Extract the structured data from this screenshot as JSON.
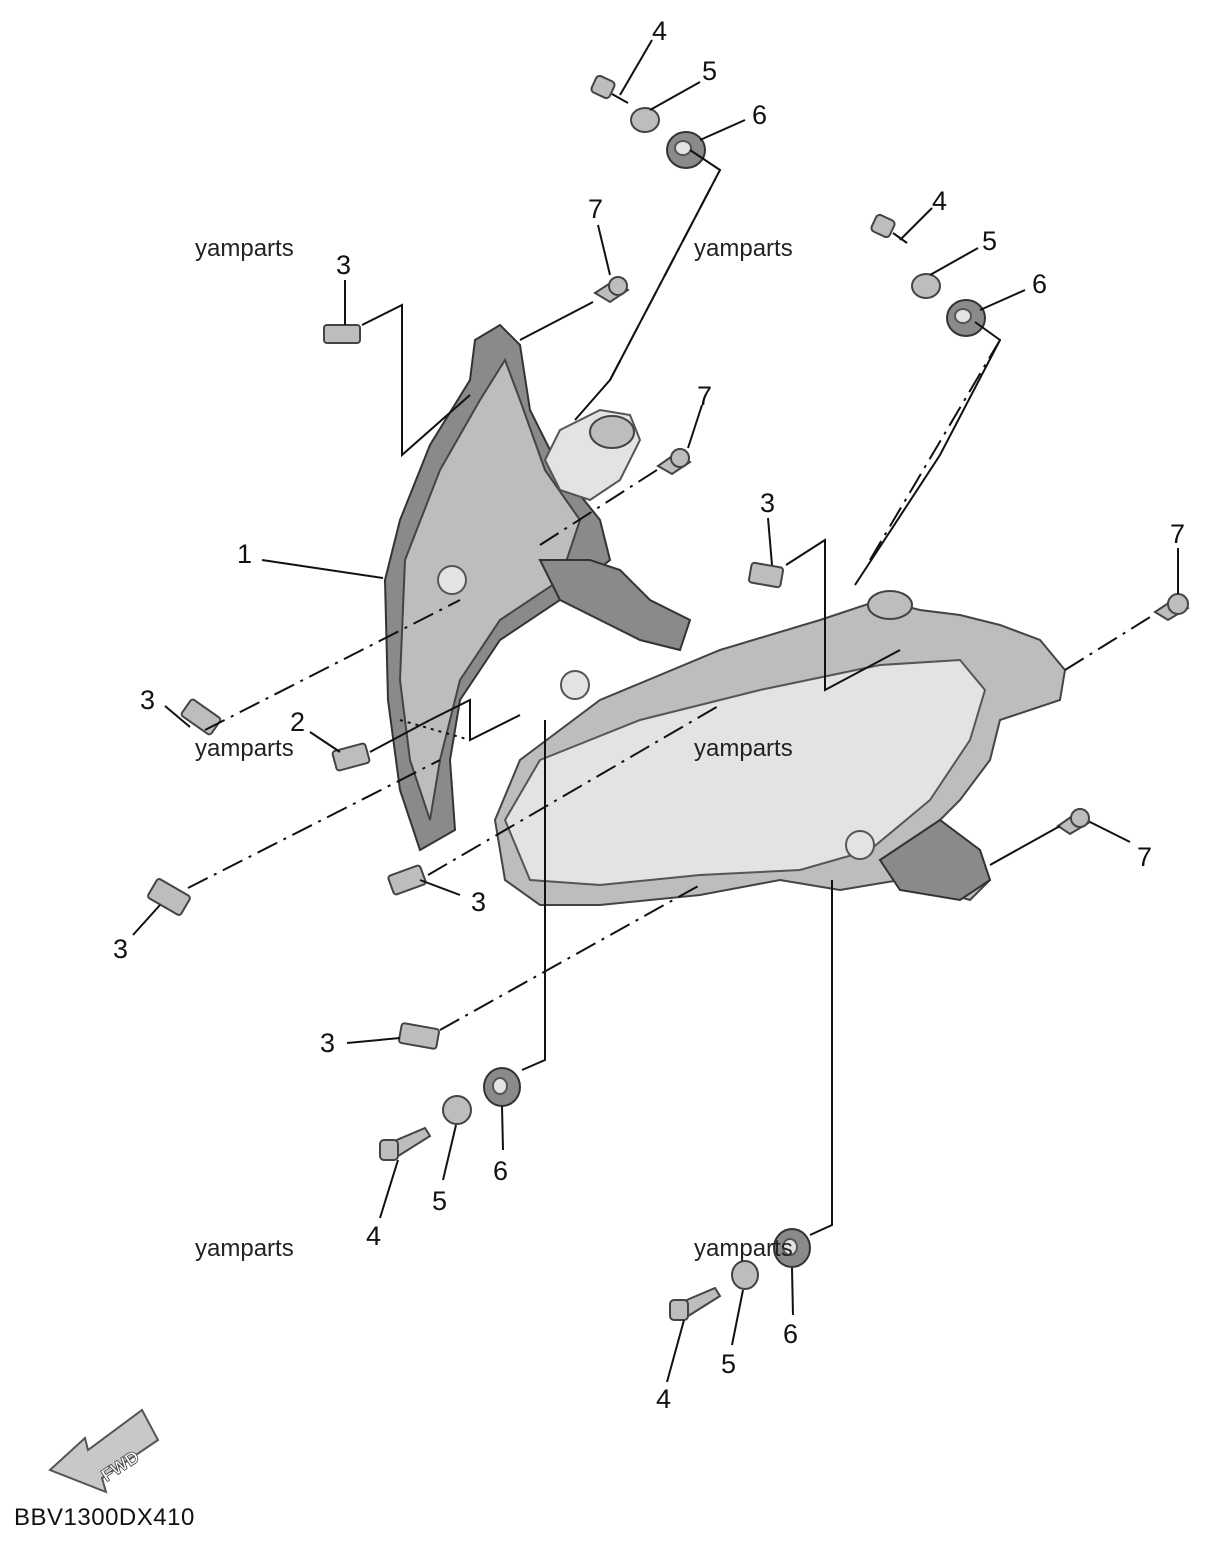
{
  "diagram": {
    "drawing_code": "BBV1300DX410",
    "watermark": "yamparts",
    "fwd_text": "FWD",
    "callouts": {
      "c1": "1",
      "c2": "2",
      "c3": "3",
      "c4": "4",
      "c5": "5",
      "c6": "6",
      "c7": "7"
    }
  },
  "colors": {
    "line": "#111111",
    "part_fill": "#bdbdbd",
    "part_dark": "#8a8a8a"
  }
}
